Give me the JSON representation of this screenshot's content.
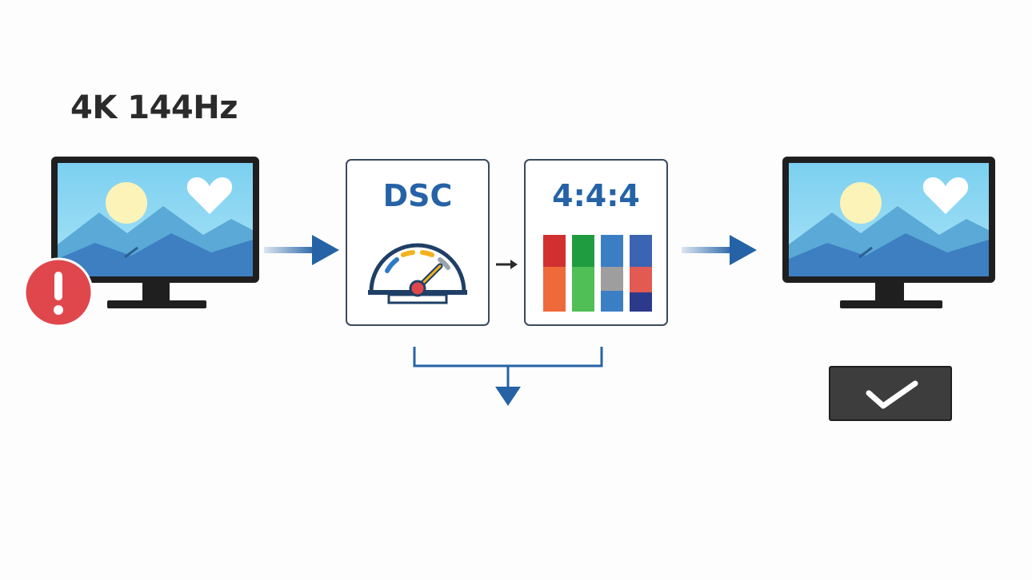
{
  "title": "4K 144Hz",
  "dsc_card": {
    "label": "DSC"
  },
  "chroma_card": {
    "label": "4:4:4"
  },
  "colors": {
    "accent_blue": "#2563a6",
    "error_red": "#e0474c",
    "ok_button": "#3d3d3d",
    "frame": "#1f1f1f",
    "sky_top": "#7cd0f0",
    "mountain_back": "#5aa9d6",
    "mountain_front": "#3e7fc2"
  },
  "icons": {
    "error": "exclamation-circle-icon",
    "gauge": "speedometer-icon",
    "check": "checkmark-icon",
    "sun": "sun-icon",
    "heart": "heart-icon"
  }
}
